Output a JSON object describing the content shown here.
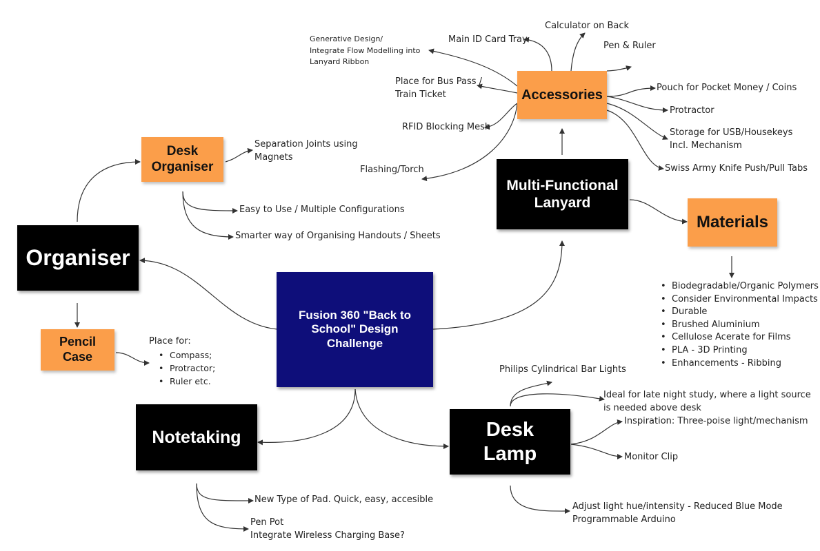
{
  "diagram": {
    "center": "Fusion 360 \"Back to School\" Design Challenge",
    "main_nodes": {
      "organiser": "Organiser",
      "lanyard": "Multi-Functional Lanyard",
      "notetaking": "Notetaking",
      "lamp": "Desk Lamp"
    },
    "sub_nodes": {
      "desk_organiser": "Desk Organiser",
      "pencil_case": "Pencil Case",
      "accessories": "Accessories",
      "materials": "Materials"
    },
    "desk_organiser_items": [
      "Separation Joints using Magnets",
      "Easy to Use / Multiple Configurations",
      "Smarter way of Organising Handouts / Sheets"
    ],
    "pencil_case_items": {
      "heading": "Place for:",
      "bullets": [
        "Compass;",
        "Protractor;",
        "Ruler etc."
      ]
    },
    "accessories_items": [
      "Generative Design/\nIntegrate Flow Modelling into\nLanyard Ribbon",
      "Main ID Card Tray",
      "Calculator on Back",
      "Pen & Ruler",
      "Place for Bus Pass /\nTrain Ticket",
      "Pouch for Pocket Money / Coins",
      "Protractor",
      "RFID Blocking Mesh",
      "Storage for USB/Housekeys\nIncl. Mechanism",
      "Flashing/Torch",
      "Swiss Army Knife Push/Pull Tabs"
    ],
    "materials_items": [
      "Biodegradable/Organic Polymers",
      "Consider Environmental Impacts",
      "Durable",
      "Brushed Aluminium",
      "Cellulose Acerate for Films",
      "PLA - 3D Printing",
      "Enhancements - Ribbing"
    ],
    "lamp_items": [
      "Philips Cylindrical Bar Lights",
      "Ideal for late night study, where a light source\n is needed above desk",
      "Inspiration: Three-poise light/mechanism",
      "Monitor Clip",
      "Adjust light hue/intensity - Reduced Blue Mode\nProgrammable Arduino"
    ],
    "notetaking_items": [
      "New Type of Pad. Quick, easy, accesible",
      "Pen Pot\nIntegrate Wireless Charging Base?"
    ],
    "colors": {
      "main_node": "#000000",
      "sub_node": "#fb9e4a",
      "center_node": "#0e0e7a",
      "connector": "#333333"
    }
  }
}
